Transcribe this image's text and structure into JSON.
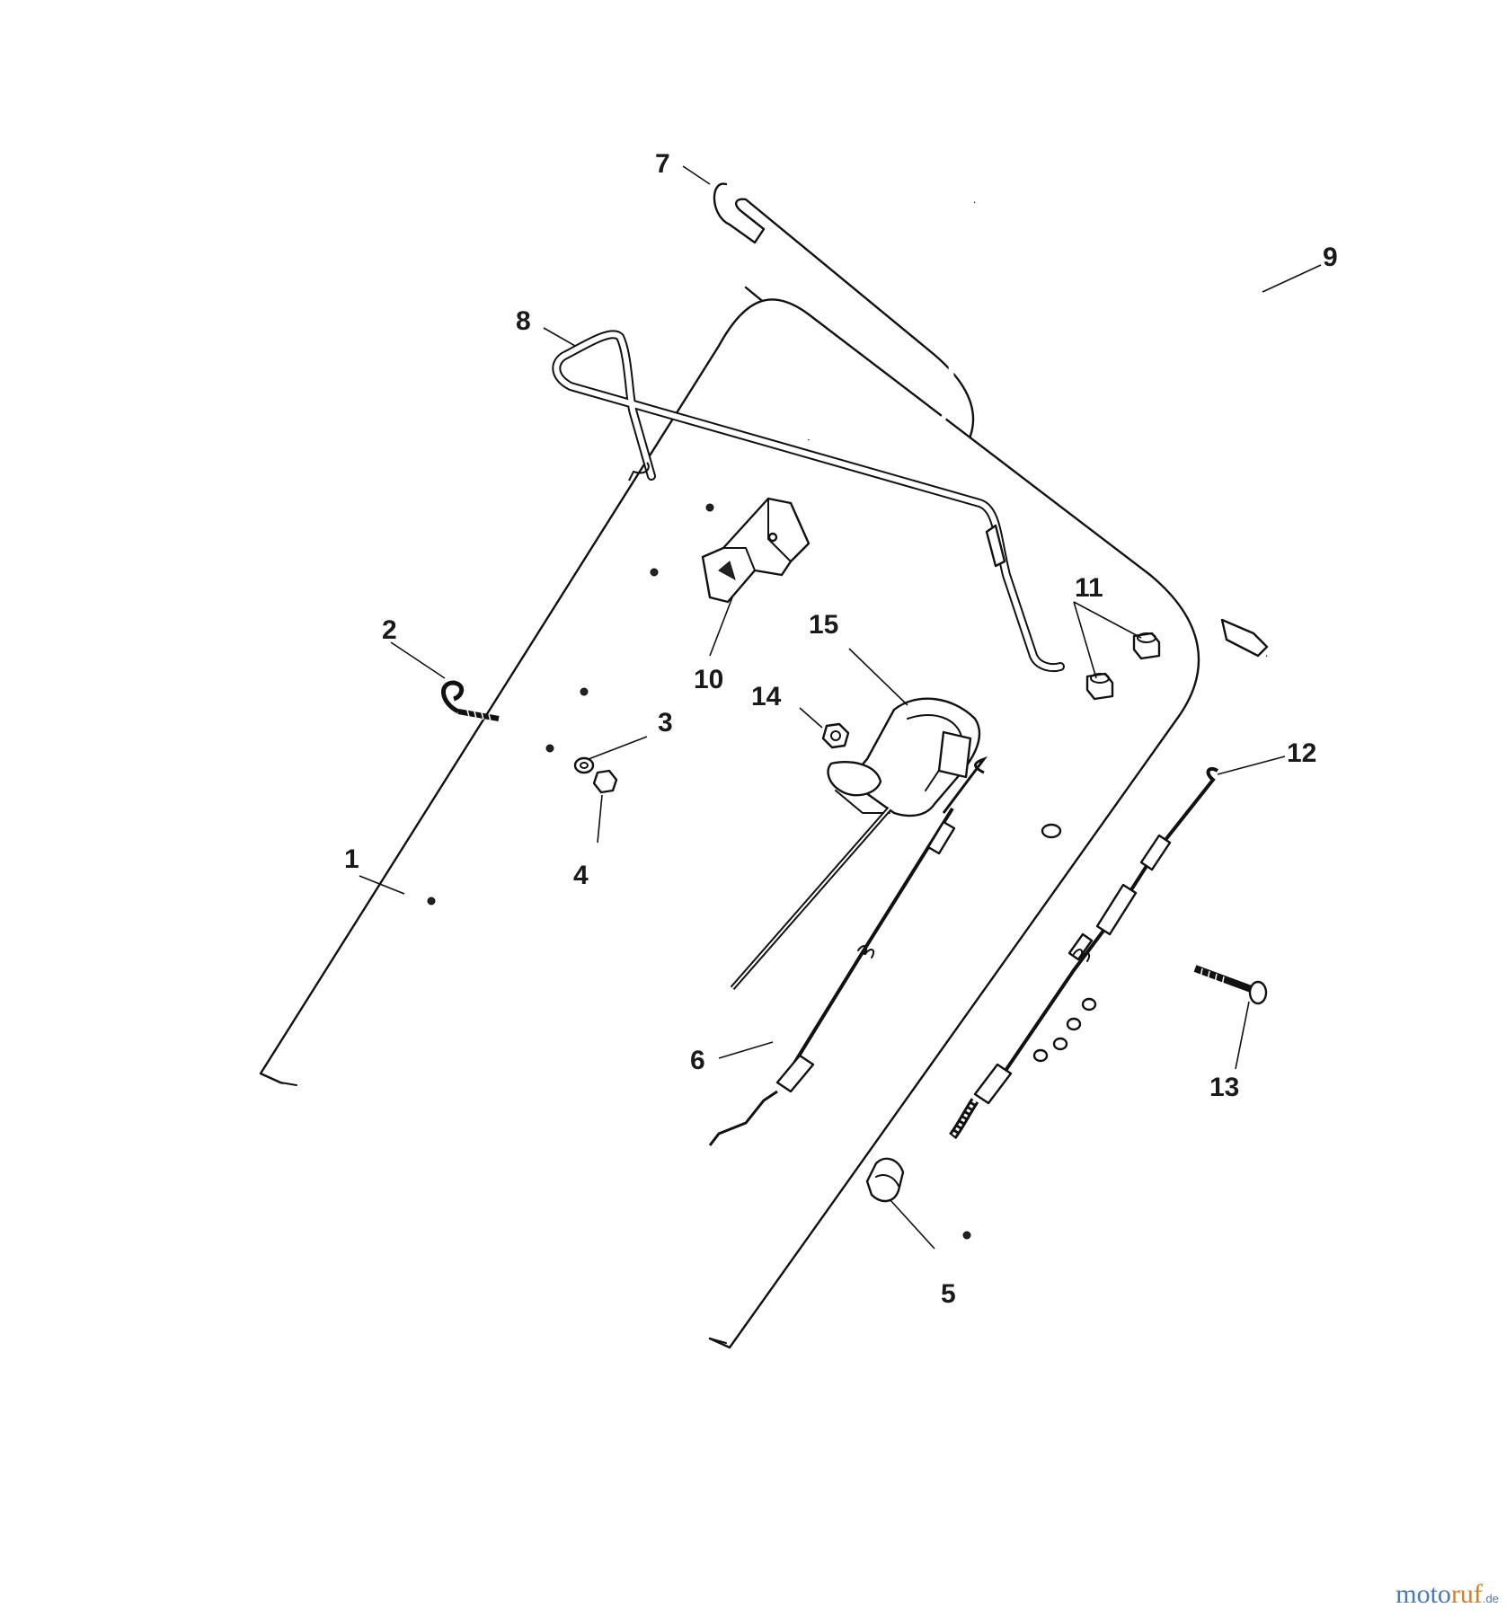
{
  "callouts": {
    "c1": "1",
    "c2": "2",
    "c3": "3",
    "c4": "4",
    "c5": "5",
    "c6": "6",
    "c7": "7",
    "c8": "8",
    "c9": "9",
    "c10": "10",
    "c11": "11",
    "c12": "12",
    "c13": "13",
    "c14": "14",
    "c15": "15"
  },
  "watermark": {
    "part1": "moto",
    "part2": "ruf",
    "suffix": ".de",
    "color1": "#4a7ab0",
    "color2": "#e07a1f"
  }
}
